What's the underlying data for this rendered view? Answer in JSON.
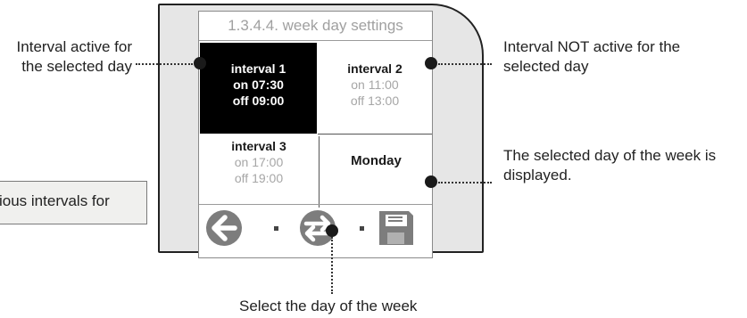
{
  "screen": {
    "title": "1.3.4.4. week day settings",
    "interval1": {
      "name": "interval 1",
      "on": "on 07:30",
      "off": "off 09:00"
    },
    "interval2": {
      "name": "interval 2",
      "on": "on 11:00",
      "off": "off 13:00"
    },
    "interval3": {
      "name": "interval 3",
      "on": "on 17:00",
      "off": "off 19:00"
    },
    "selected_day": "Monday",
    "buttons": {
      "back": "back-arrow-icon",
      "select_day": "swap-arrows-icon",
      "save": "floppy-disk-icon"
    }
  },
  "annotations": {
    "active_interval": [
      "Interval active for",
      "the selected day"
    ],
    "inactive_interval": [
      "Interval NOT active for the",
      "selected day"
    ],
    "selected_day": [
      "The selected day of the week is",
      "displayed."
    ],
    "select_day": "Select the day of the week",
    "previous_intervals": "ious intervals for"
  },
  "colors": {
    "active_bg": "#000000",
    "dim_text": "#a6a6a6",
    "icon_gray": "#7d7d7d"
  }
}
